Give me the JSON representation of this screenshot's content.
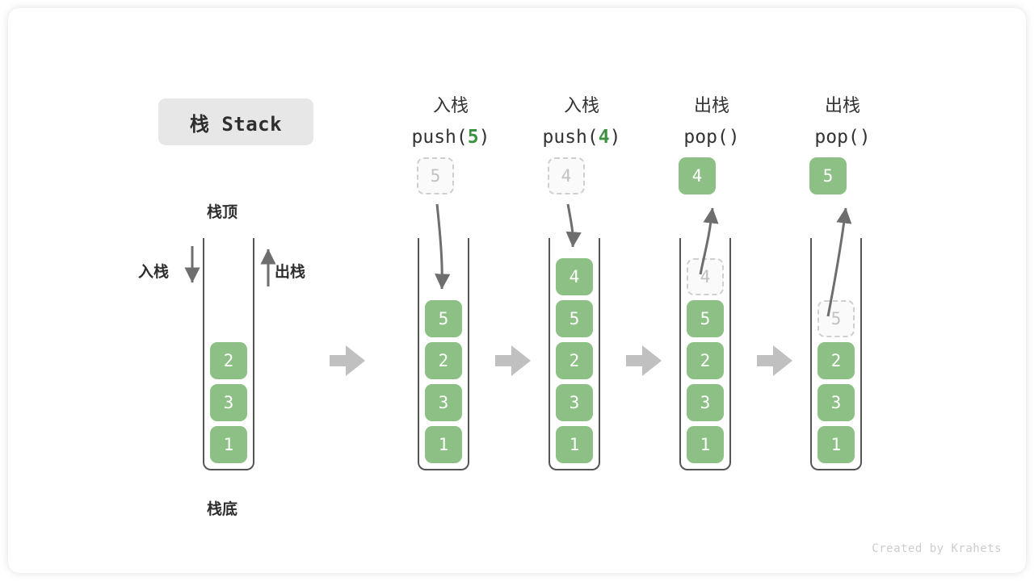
{
  "title": {
    "badge": "栈 Stack"
  },
  "labels": {
    "top": "栈顶",
    "bottom": "栈底",
    "push": "入栈",
    "pop": "出栈"
  },
  "credit": "Created by Krahets",
  "colors": {
    "element_green": "#8cc084",
    "accent_green": "#3f9142",
    "ghost_border": "#cfcfcf",
    "ghost_text": "#c2c2c2",
    "tube_border": "#555555",
    "badge_bg": "#e7e7e7",
    "transition_arrow": "#c0c0c0",
    "pointer_arrow": "#6e6e6e"
  },
  "columns": [
    {
      "id": "initial",
      "header_cn": "",
      "header_code": "",
      "floating": null,
      "stack": [
        "2",
        "3",
        "1"
      ]
    },
    {
      "id": "push-5",
      "header_cn": "入栈",
      "header_code": "push(",
      "header_arg": "5",
      "header_code_end": ")",
      "floating": {
        "value": "5",
        "style": "ghost"
      },
      "arrow": "down-into-stack",
      "stack": [
        "5",
        "2",
        "3",
        "1"
      ]
    },
    {
      "id": "push-4",
      "header_cn": "入栈",
      "header_code": "push(",
      "header_arg": "4",
      "header_code_end": ")",
      "floating": {
        "value": "4",
        "style": "ghost"
      },
      "arrow": "down-into-stack",
      "stack": [
        "4",
        "5",
        "2",
        "3",
        "1"
      ]
    },
    {
      "id": "pop-1",
      "header_cn": "出栈",
      "header_code": "pop(",
      "header_arg": "",
      "header_code_end": ")",
      "floating": {
        "value": "4",
        "style": "filled"
      },
      "arrow": "up-out-of-stack",
      "stack": [
        "4",
        "5",
        "2",
        "3",
        "1"
      ],
      "ghost_top": "4"
    },
    {
      "id": "pop-2",
      "header_cn": "出栈",
      "header_code": "pop(",
      "header_arg": "",
      "header_code_end": ")",
      "floating": {
        "value": "5",
        "style": "filled"
      },
      "arrow": "up-out-of-stack",
      "stack": [
        "5",
        "2",
        "3",
        "1"
      ],
      "ghost_top": "5"
    }
  ]
}
